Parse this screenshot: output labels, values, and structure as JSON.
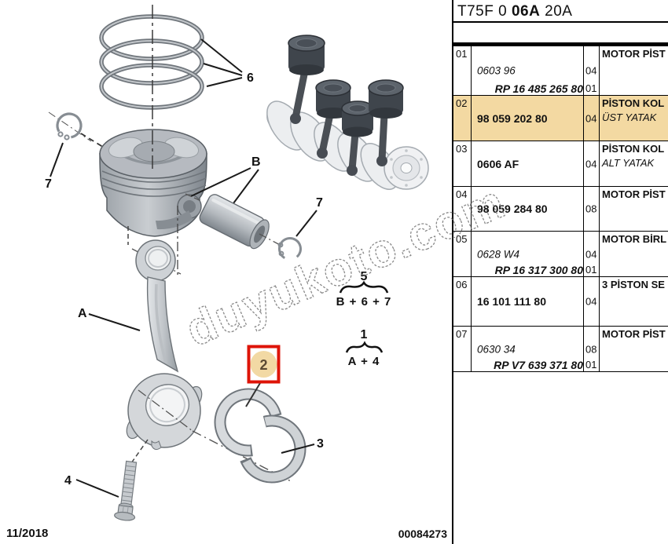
{
  "header": {
    "code_prefix": "T75F 0",
    "code_bold": "06A",
    "code_suffix": "20A"
  },
  "footer": {
    "date": "11/2018",
    "doc_number": "00084273"
  },
  "watermark": {
    "text": "duyukoto.com"
  },
  "colors": {
    "row_highlight": "#f3d9a2",
    "callout_red": "#de1408",
    "callout_fill": "#f2d9a4",
    "callout_text": "#5c4a33"
  },
  "diagram": {
    "labels": {
      "rings": "6",
      "circlip_left": "7",
      "circlip_right": "7",
      "pin": "B",
      "sub_pin": "5",
      "sub_pin_formula": "B + 6 + 7",
      "assembly": "1",
      "assembly_formula": "A + 4",
      "rod": "A",
      "bearing_upper": "2",
      "bearing_lower": "3",
      "bolt": "4"
    }
  },
  "table": {
    "rows": [
      {
        "num": "01",
        "part1": "0603 96",
        "part2": "RP 16 485 265 80",
        "qty1": "04",
        "qty2": "01",
        "desc": "MOTOR PİST"
      },
      {
        "num": "02",
        "part1": "98 059 202 80",
        "qty1": "04",
        "desc": "PİSTON KOL",
        "desc2": "ÜST YATAK"
      },
      {
        "num": "03",
        "part1": "0606 AF",
        "qty1": "04",
        "desc": "PİSTON KOL",
        "desc2": "ALT YATAK"
      },
      {
        "num": "04",
        "part1": "98 059 284 80",
        "qty1": "08",
        "desc": "MOTOR PİST"
      },
      {
        "num": "05",
        "part1": "0628 W4",
        "part2": "RP 16 317 300 80",
        "qty1": "04",
        "qty2": "01",
        "desc": "MOTOR BİRL"
      },
      {
        "num": "06",
        "part1": "16 101 111 80",
        "qty1": "04",
        "desc": "3 PİSTON SE"
      },
      {
        "num": "07",
        "part1": "0630 34",
        "part2": "RP V7 639 371 80",
        "qty1": "08",
        "qty2": "01",
        "desc": "MOTOR PİST"
      }
    ]
  }
}
